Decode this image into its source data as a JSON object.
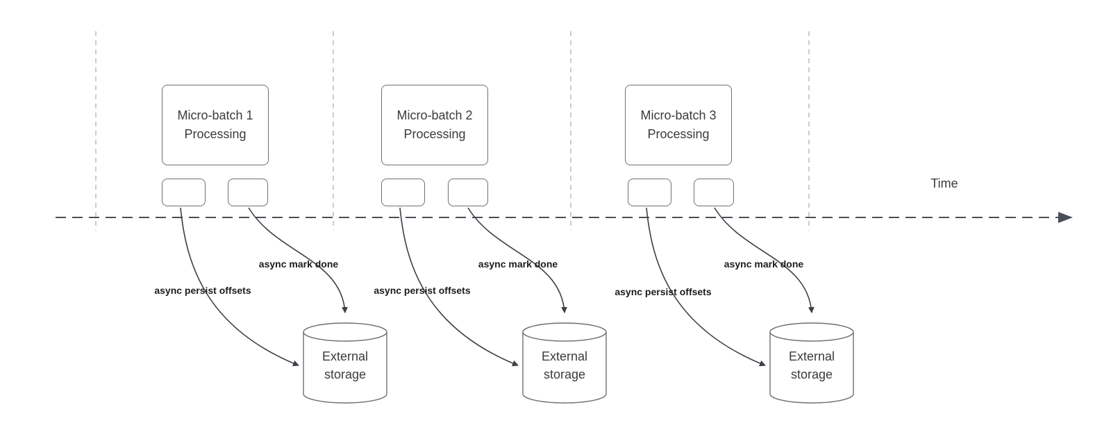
{
  "colors": {
    "axis_line": "#4a4e57",
    "guide_line": "#bcbcbc",
    "node_border": "#6f6f6f",
    "arrow": "#3b3f46",
    "text": "#3b3b3b",
    "label_text": "#1c1c1c",
    "background": "#ffffff"
  },
  "timeline": {
    "label": "Time"
  },
  "groups": [
    {
      "title": "Micro-batch 1\nProcessing",
      "persist_label": "async persist offsets",
      "mark_done_label": "async mark done",
      "storage": "External\nstorage"
    },
    {
      "title": "Micro-batch 2\nProcessing",
      "persist_label": "async persist offsets",
      "mark_done_label": "async mark done",
      "storage": "External\nstorage"
    },
    {
      "title": "Micro-batch 3\nProcessing",
      "persist_label": "async persist offsets",
      "mark_done_label": "async mark done",
      "storage": "External\nstorage"
    }
  ]
}
